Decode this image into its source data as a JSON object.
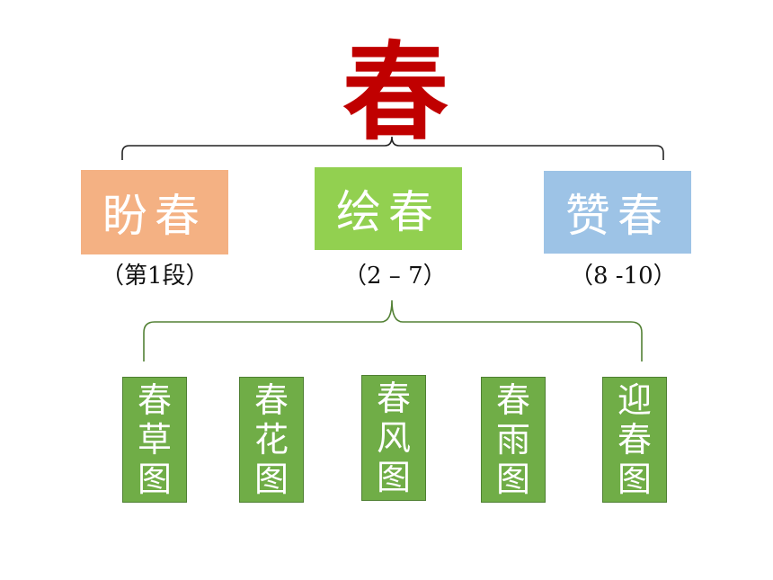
{
  "title": "春",
  "branches": [
    {
      "label": "盼春",
      "range": "（第1段）",
      "color": "#f4b183"
    },
    {
      "label": "绘春",
      "range": "（2 – 7）",
      "color": "#92d050"
    },
    {
      "label": "赞春",
      "range": "（8 -10）",
      "color": "#9dc3e6"
    }
  ],
  "pictures": [
    {
      "chars": [
        "春",
        "草",
        "图"
      ]
    },
    {
      "chars": [
        "春",
        "花",
        "图"
      ]
    },
    {
      "chars": [
        "春",
        "风",
        "图"
      ]
    },
    {
      "chars": [
        "春",
        "雨",
        "图"
      ]
    },
    {
      "chars": [
        "迎",
        "春",
        "图"
      ]
    }
  ],
  "colors": {
    "title": "#c00000",
    "picture_box": "#70ad47",
    "lower_brace": "#538135",
    "upper_brace": "#222222"
  }
}
